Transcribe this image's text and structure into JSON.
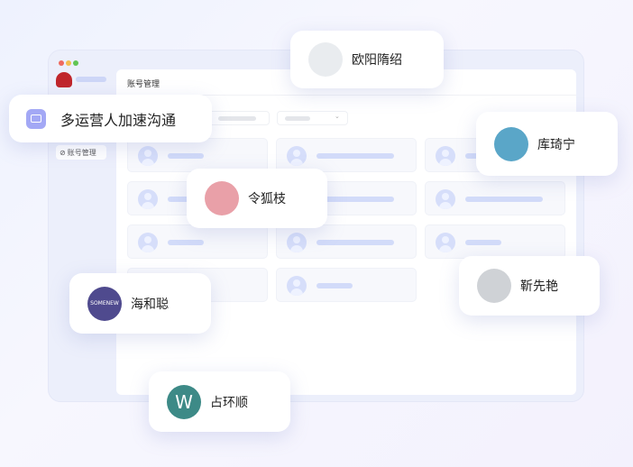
{
  "window": {
    "traffic_lights": [
      "#ee6a5f",
      "#f5be4f",
      "#62c554"
    ]
  },
  "sidebar": {
    "items": [
      {
        "label": "账号管理",
        "icon": "link-icon"
      }
    ]
  },
  "main": {
    "title": "账号管理"
  },
  "banner": {
    "label": "多运营人加速沟通",
    "icon": "chat-icon",
    "accent": "#8a8ff0"
  },
  "accounts": [
    {
      "name": "欧阳隋绍",
      "avatar_color": "#e9ecef"
    },
    {
      "name": "库琦宁",
      "avatar_color": "#5aa6c8"
    },
    {
      "name": "令狐枝",
      "avatar_color": "#e9a0a8"
    },
    {
      "name": "靳先艳",
      "avatar_color": "#cfd2d6"
    },
    {
      "name": "海和聪",
      "avatar_color": "#4f4a8e",
      "avatar_text": "SOMENEW"
    },
    {
      "name": "占环顺",
      "avatar_color": "#3d8a87",
      "avatar_text": "W"
    }
  ]
}
